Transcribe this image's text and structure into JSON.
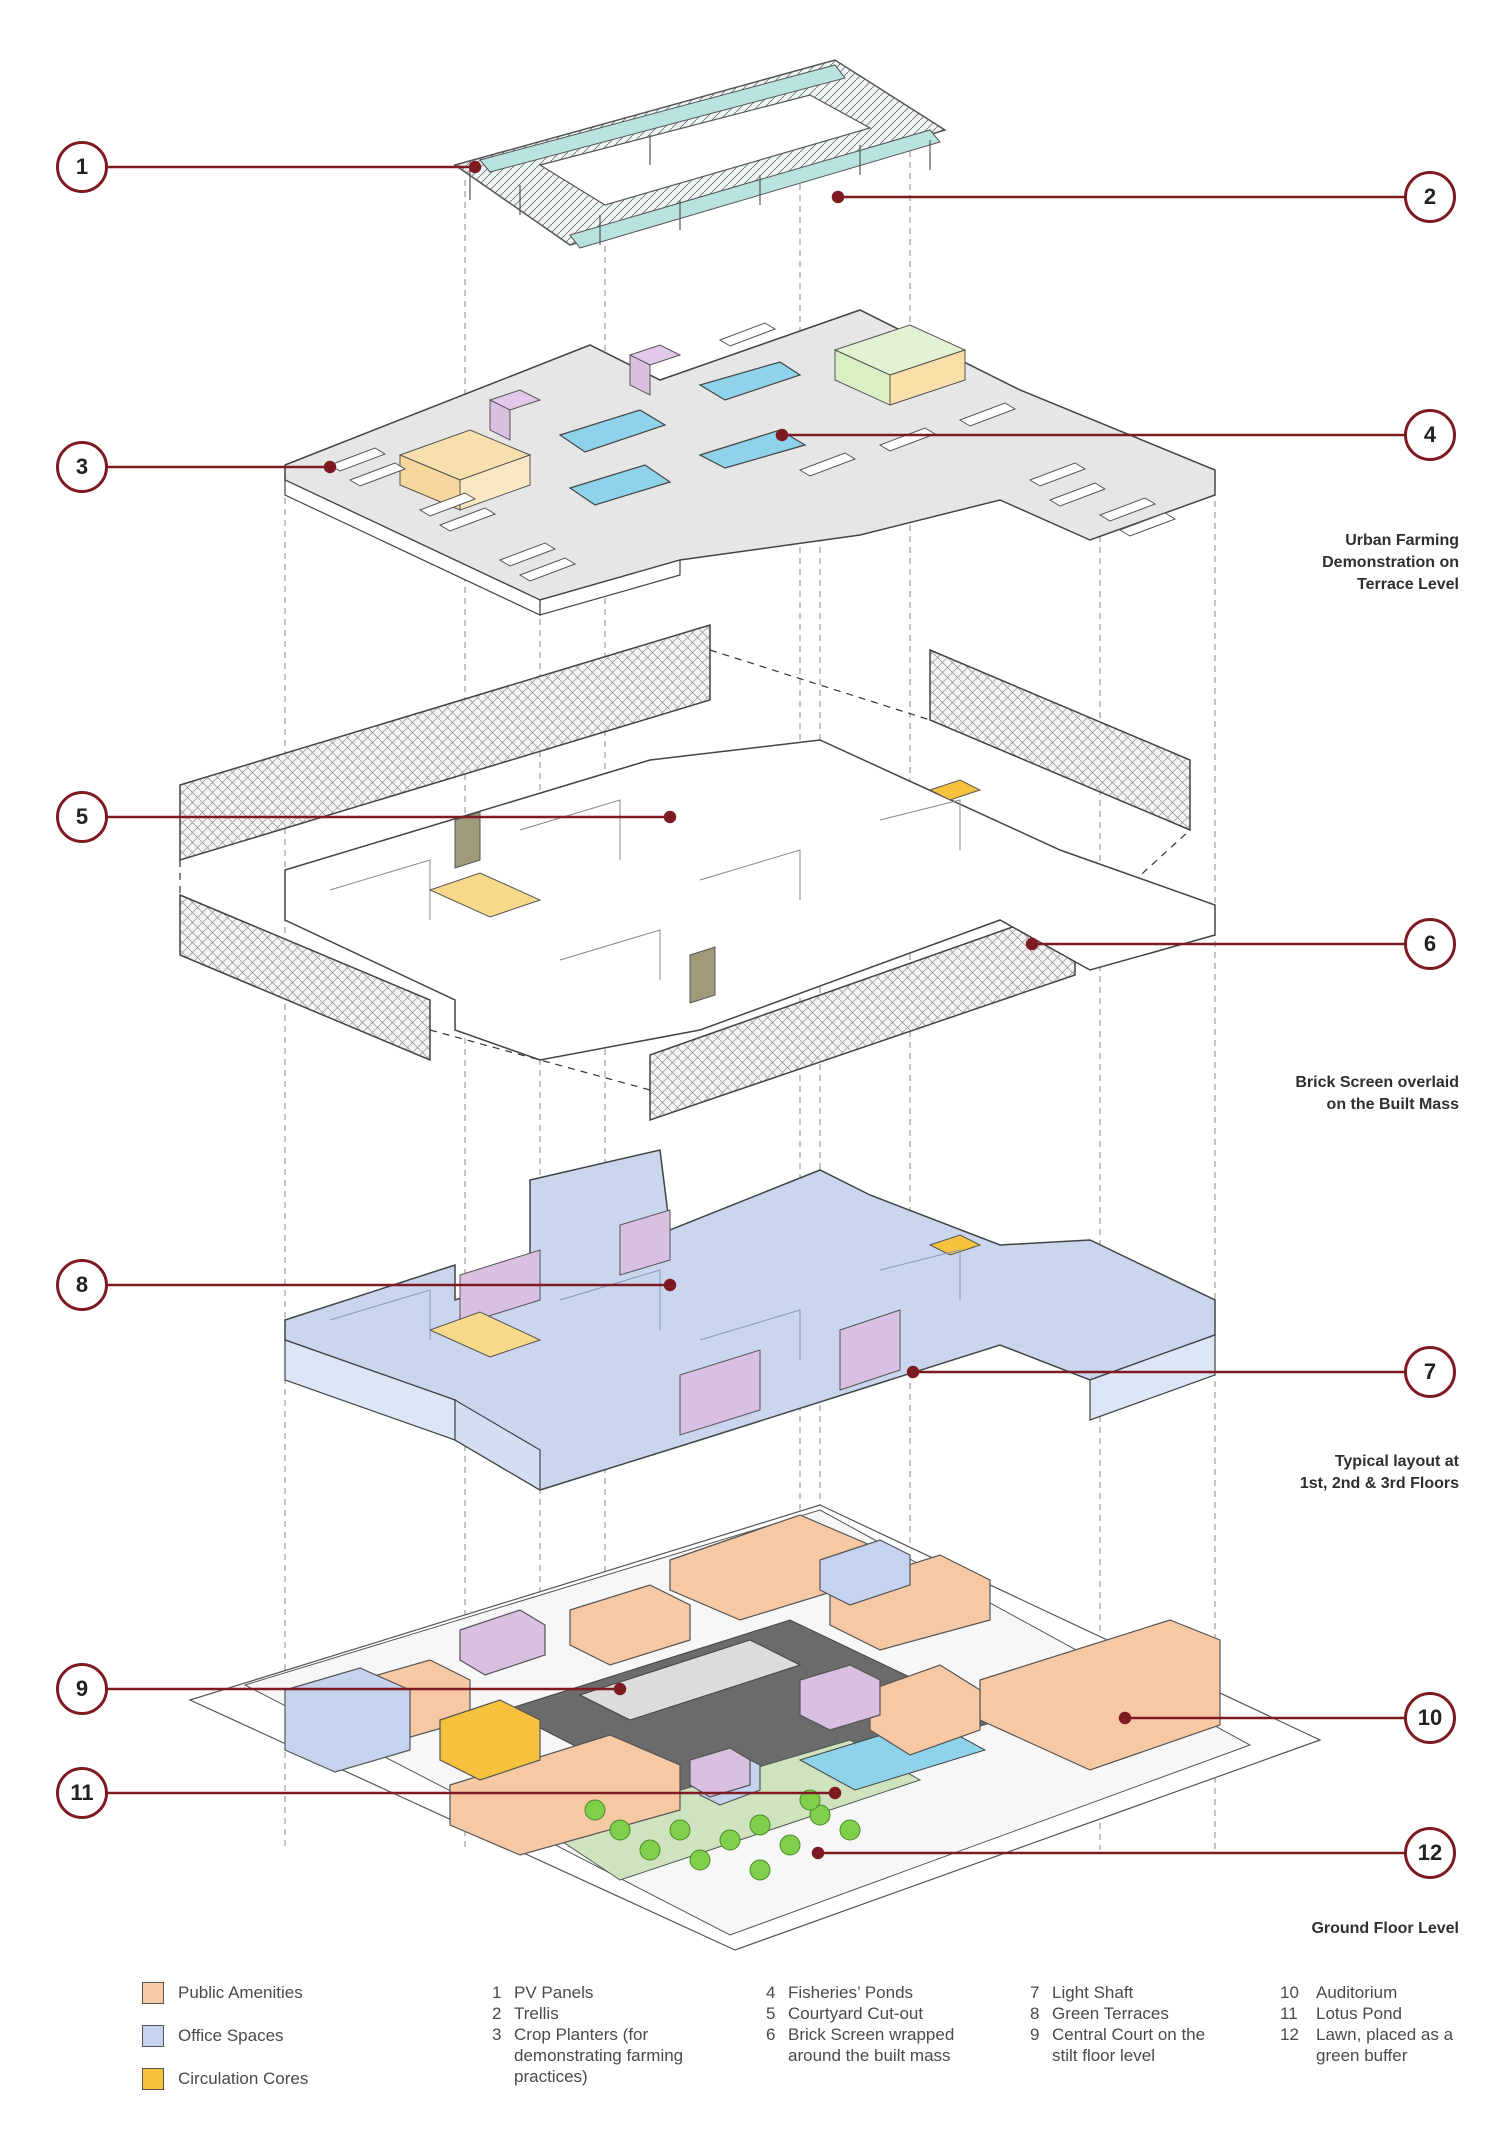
{
  "callouts": [
    "1",
    "2",
    "3",
    "4",
    "5",
    "6",
    "7",
    "8",
    "9",
    "10",
    "11",
    "12"
  ],
  "level_labels": {
    "terrace": [
      "Urban Farming",
      "Demonstration on",
      "Terrace Level"
    ],
    "screen": [
      "Brick Screen overlaid",
      "on the Built Mass"
    ],
    "typical": [
      "Typical layout at",
      "1st, 2nd & 3rd Floors"
    ],
    "ground": [
      "Ground Floor Level"
    ]
  },
  "legend": [
    {
      "label": "Public Amenities",
      "color": "#f6c9a4"
    },
    {
      "label": "Office Spaces",
      "color": "#c5d3ef"
    },
    {
      "label": "Circulation Cores",
      "color": "#f6c23e"
    }
  ],
  "key": [
    [
      {
        "num": "1",
        "lines": [
          "PV Panels"
        ]
      },
      {
        "num": "2",
        "lines": [
          "Trellis"
        ]
      },
      {
        "num": "3",
        "lines": [
          "Crop Planters (for",
          "demonstrating farming",
          "practices)"
        ]
      }
    ],
    [
      {
        "num": "4",
        "lines": [
          "Fisheries’ Ponds"
        ]
      },
      {
        "num": "5",
        "lines": [
          "Courtyard Cut-out"
        ]
      },
      {
        "num": "6",
        "lines": [
          "Brick Screen wrapped",
          "around the built mass"
        ]
      }
    ],
    [
      {
        "num": "7",
        "lines": [
          "Light Shaft"
        ]
      },
      {
        "num": "8",
        "lines": [
          "Green Terraces"
        ]
      },
      {
        "num": "9",
        "lines": [
          "Central Court on the",
          "stilt floor level"
        ]
      }
    ],
    [
      {
        "num": "10",
        "lines": [
          "Auditorium"
        ]
      },
      {
        "num": "11",
        "lines": [
          "Lotus Pond"
        ]
      },
      {
        "num": "12",
        "lines": [
          "Lawn, placed as a",
          "green buffer"
        ]
      }
    ]
  ],
  "colors": {
    "callout_red": "#7d1a22",
    "public": "#f6c9a4",
    "office": "#c5d3ef",
    "circulation": "#f6c23e",
    "purple": "#d9bfe0",
    "pv_panel": "#b9e3df",
    "pond": "#8fd3ea",
    "green_block": "#d9efc4",
    "plaza": "#dcdcdc",
    "court": "#6b6b6b"
  }
}
